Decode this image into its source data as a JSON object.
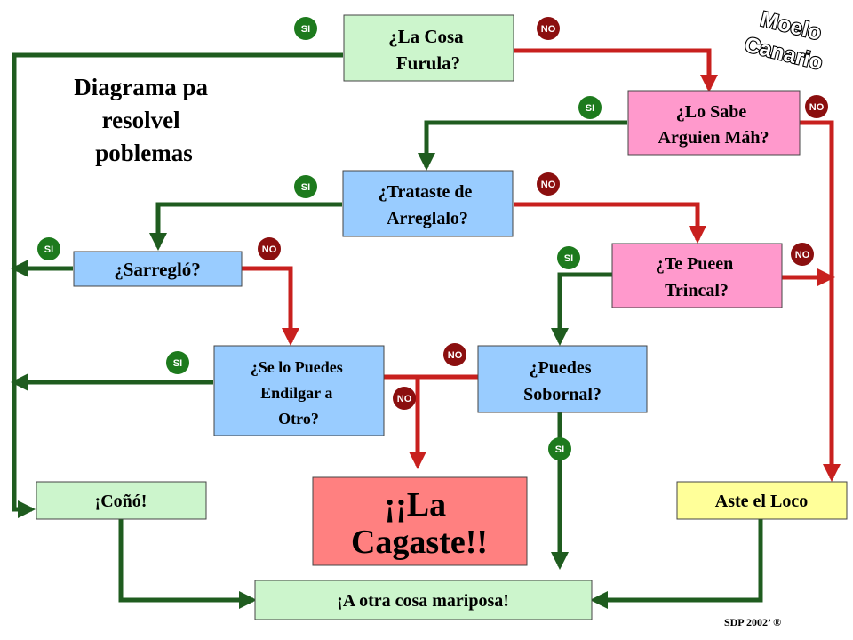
{
  "title_lines": [
    "Diagrama pa",
    "resolvel",
    "poblemas"
  ],
  "badge": [
    "Moelo",
    "Canario"
  ],
  "footer": "SDP 2002’ ®",
  "colors": {
    "yes": "#1f5c1f",
    "no": "#c8201e",
    "yes_badge": "#1d7a1d",
    "no_badge": "#8b0f0f"
  },
  "nodes": {
    "furula": [
      "¿La Cosa",
      "Furula?"
    ],
    "sabe": [
      "¿Lo Sabe",
      "Arguien Máh?"
    ],
    "trataste": [
      "¿Trataste de",
      "Arreglalo?"
    ],
    "sarreglo": [
      "¿Sarregló?"
    ],
    "trincal": [
      "¿Te Pueen",
      "Trincal?"
    ],
    "endilgar": [
      "¿Se lo Puedes",
      "Endilgar a",
      "Otro?"
    ],
    "sobornal": [
      "¿Puedes",
      "Sobornal?"
    ],
    "cono": [
      "¡Coñó!"
    ],
    "cagaste": [
      "¡¡La",
      "Cagaste!!"
    ],
    "loco": [
      "Aste el Loco"
    ],
    "mariposa": [
      "¡A otra cosa mariposa!"
    ]
  },
  "labels": {
    "si": "SI",
    "no": "NO"
  }
}
